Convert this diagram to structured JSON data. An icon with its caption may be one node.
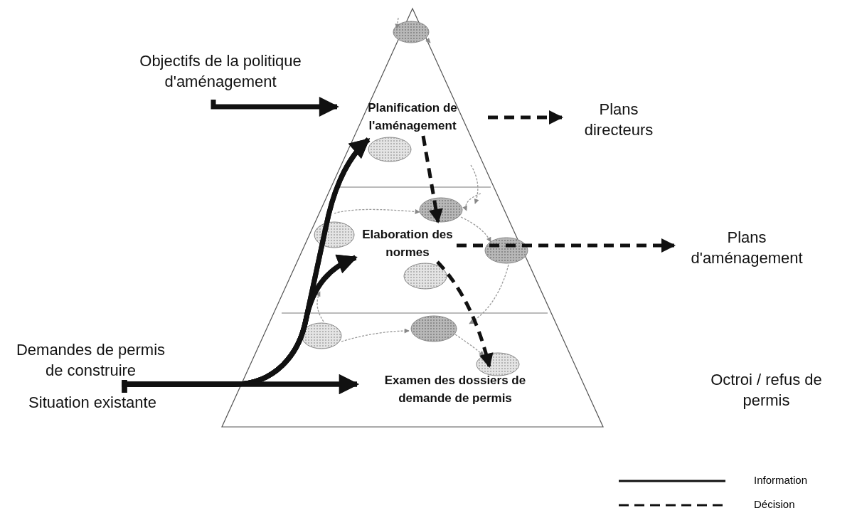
{
  "diagram": {
    "nodes": [
      {
        "text": [
          "Objectifs de la politique d'aménagement"
        ]
      },
      {
        "text": [
          "Planification de l'aménagement"
        ]
      },
      {
        "text": [
          "Plans directeurs"
        ]
      },
      {
        "text": [
          "Elaboration des normes"
        ]
      },
      {
        "text": [
          "Plans d'aménagement"
        ]
      },
      {
        "text": [
          "Demandes de permis de construire"
        ]
      },
      {
        "text": [
          "Situation existante"
        ]
      },
      {
        "text": [
          "Examen des dossiers de demande de permis"
        ]
      },
      {
        "text": [
          "Octroi / refus de permis"
        ]
      }
    ],
    "edges": [
      {
        "from": 0,
        "to": 1,
        "arrow": "to"
      },
      {
        "from": 1,
        "to": 2,
        "arrow": "to",
        "style": "dashed"
      },
      {
        "from": 1,
        "to": 3,
        "arrow": "to",
        "style": "dashed"
      },
      {
        "from": 3,
        "to": 4,
        "arrow": "to",
        "style": "dashed"
      },
      {
        "from": 3,
        "to": 7,
        "arrow": "to",
        "style": "dashed"
      },
      {
        "from": 5,
        "to": 1,
        "arrow": "to"
      },
      {
        "from": 6,
        "to": 1,
        "arrow": "to"
      },
      {
        "from": 5,
        "to": 3,
        "arrow": "to"
      },
      {
        "from": 6,
        "to": 3,
        "arrow": "to"
      },
      {
        "from": 5,
        "to": 7,
        "arrow": "to"
      },
      {
        "from": 6,
        "to": 7,
        "arrow": "to"
      }
    ],
    "legend": [
      {
        "text": "Information"
      },
      {
        "text": "Décision"
      }
    ]
  }
}
